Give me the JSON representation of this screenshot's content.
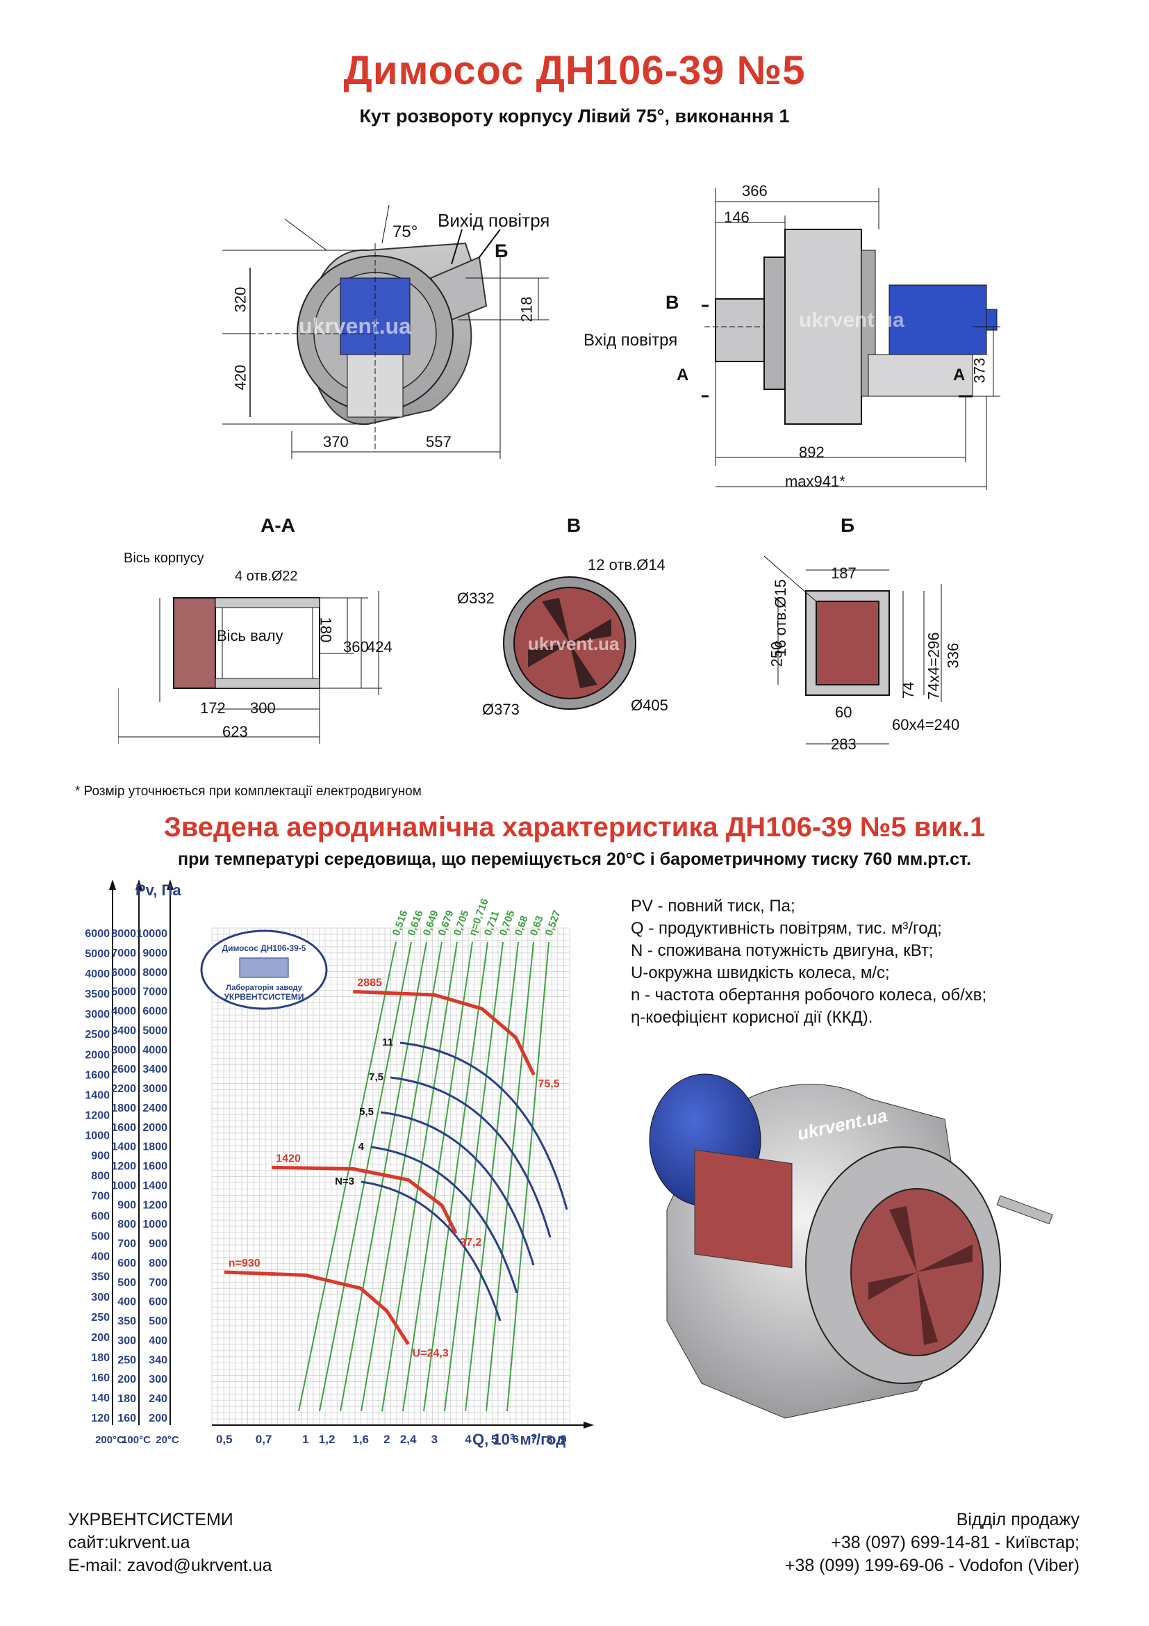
{
  "header": {
    "title": "Димосос  ДН106-39 №5",
    "subtitle": "Кут розвороту корпусу Лівий 75°, виконання 1"
  },
  "front_view": {
    "angle_label": "75°",
    "outlet_label": "Вихід повітря",
    "section_b_label": "Б",
    "dims": {
      "top": "320",
      "bottom": "420",
      "left": "370",
      "right": "557",
      "outlet": "218"
    },
    "watermark": "ukrvent.ua"
  },
  "side_view": {
    "inlet_label": "Вхід повітря",
    "section_v_label": "В",
    "section_a_label": "А",
    "dims": {
      "d366": "366",
      "d146": "146",
      "d373": "373",
      "d892": "892",
      "dmax": "max941*"
    }
  },
  "section_aa": {
    "title": "А-А",
    "axis_body": "Вісь корпусу",
    "axis_shaft": "Вісь валу",
    "holes": "4 отв.Ø22",
    "dims": {
      "d180": "180",
      "d360": "360",
      "d424": "424",
      "d172": "172",
      "d300": "300",
      "d623": "623"
    }
  },
  "section_v": {
    "title": "В",
    "holes": "12 отв.Ø14",
    "dims": {
      "d332": "Ø332",
      "d373": "Ø373",
      "d405": "Ø405"
    }
  },
  "section_b": {
    "title": "Б",
    "holes": "16 отв.Ø15",
    "dims": {
      "d187": "187",
      "d250": "250",
      "d296": "74x4=296",
      "d336": "336",
      "d74": "74",
      "d60": "60",
      "d240": "60x4=240",
      "d283": "283"
    }
  },
  "footnote": "* Розмір уточнюється при комплектації електродвигуном",
  "aero": {
    "title": "Зведена аеродинамічна характеристика ДН106-39 №5 вик.1",
    "subtitle": "при температурі середовища, що переміщується 20°С і барометричному тиску 760 мм.рт.ст."
  },
  "legend": [
    "PV - повний тиск, Па;",
    "Q - продуктивність повітрям, тис. м³/год;",
    "N - споживана потужність двигуна, кВт;",
    "U-окружна швидкість колеса, м/с;",
    "n - частота обертання робочого колеса, об/хв;",
    "η-коефіцієнт корисної дії (ККД)."
  ],
  "chart_data": {
    "type": "line",
    "title": "",
    "ylabel": "Pv, Па",
    "xlabel": "Q, 10³·м³/год",
    "x_scale": "log",
    "y_scale": "log",
    "x_ticks": [
      "0,5",
      "0,7",
      "1",
      "1,2",
      "1,6",
      "2",
      "2,4",
      "3",
      "4",
      "5",
      "6",
      "7",
      "8",
      "9"
    ],
    "y_axes": [
      {
        "name": "200°С",
        "ticks": [
          "6000",
          "5000",
          "4000",
          "3500",
          "3000",
          "2500",
          "2000",
          "1600",
          "1400",
          "1200",
          "1000",
          "900",
          "800",
          "700",
          "600",
          "500",
          "400",
          "350",
          "300",
          "250",
          "200",
          "180",
          "160",
          "140",
          "120"
        ]
      },
      {
        "name": "100°С",
        "ticks": [
          "8000",
          "7000",
          "6000",
          "5000",
          "4000",
          "3400",
          "3000",
          "2600",
          "2200",
          "1800",
          "1600",
          "1400",
          "1200",
          "1000",
          "900",
          "800",
          "700",
          "600",
          "500",
          "400",
          "350",
          "300",
          "250",
          "200",
          "180",
          "160"
        ]
      },
      {
        "name": "20°С",
        "ticks": [
          "10000",
          "9000",
          "8000",
          "7000",
          "6000",
          "5000",
          "4000",
          "3400",
          "3000",
          "2400",
          "2000",
          "1800",
          "1600",
          "1400",
          "1200",
          "1000",
          "900",
          "800",
          "700",
          "600",
          "500",
          "400",
          "340",
          "300",
          "240",
          "200"
        ]
      }
    ],
    "speed_curves": [
      {
        "label": "n=930",
        "u_label": "U=24,3",
        "pv_label": "",
        "points": [
          [
            0.5,
            410
          ],
          [
            1.0,
            400
          ],
          [
            1.6,
            360
          ],
          [
            2.0,
            300
          ],
          [
            2.4,
            230
          ]
        ]
      },
      {
        "label": "1420",
        "u_label": "37,2",
        "pv_label": "",
        "points": [
          [
            0.75,
            950
          ],
          [
            1.5,
            940
          ],
          [
            2.4,
            860
          ],
          [
            3.2,
            700
          ],
          [
            3.6,
            560
          ]
        ]
      },
      {
        "label": "2885",
        "u_label": "75,5",
        "pv_label": "",
        "points": [
          [
            1.5,
            3900
          ],
          [
            3.0,
            3800
          ],
          [
            4.5,
            3400
          ],
          [
            6.0,
            2700
          ],
          [
            7.0,
            2000
          ]
        ]
      }
    ],
    "power_curves": [
      "N=3",
      "4",
      "5,5",
      "7,5",
      "11"
    ],
    "efficiency_lines": [
      "0,516",
      "0,616",
      "0,649",
      "0,679",
      "0,705",
      "η=0,716",
      "0,711",
      "0,705",
      "0,68",
      "0,63",
      "0,527"
    ],
    "badge": {
      "line1": "Димосос ДН106-39-5",
      "line2": "Лабораторія заводу",
      "line3": "УКРВЕНТСИСТЕМИ"
    },
    "colors": {
      "speed": "#d8392b",
      "power": "#2b3f86",
      "efficiency": "#3fa142",
      "axis_text": "#2b3f86"
    }
  },
  "render_watermark": "ukrvent.ua",
  "footer": {
    "company": "УКРВЕНТСИСТЕМИ",
    "site": "сайт:ukrvent.ua",
    "email": "E-mail: zavod@ukrvent.ua",
    "sales": "Відділ продажу",
    "phone1": "+38 (097) 699-14-81 - Київстар;",
    "phone2": "+38 (099) 199-69-06 - Vodofon (Viber)"
  }
}
